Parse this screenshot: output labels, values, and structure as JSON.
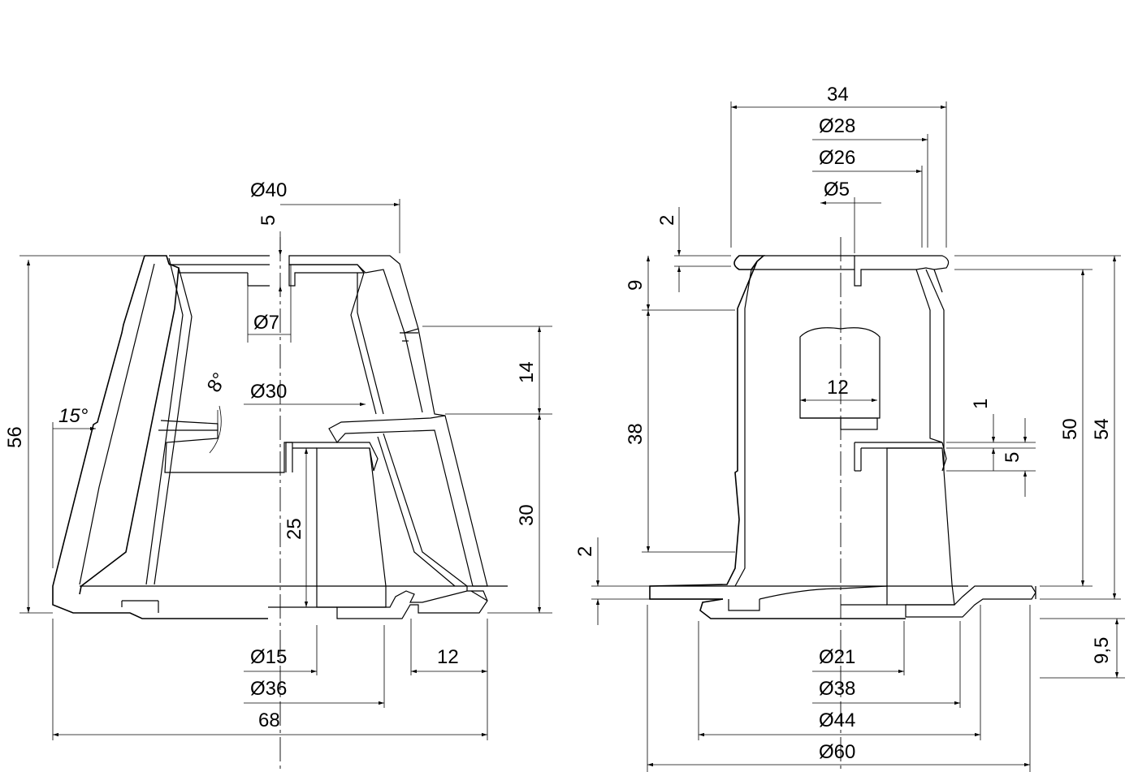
{
  "drawing": {
    "left_view": {
      "dimensions": {
        "d40": "Ø40",
        "d5": "5",
        "d7": "Ø7",
        "deg8": "8°",
        "d30": "Ø30",
        "d15deg": "15°",
        "d56": "56",
        "d14": "14",
        "d30b": "30",
        "d25": "25",
        "d15": "Ø15",
        "d36": "Ø36",
        "d12": "12",
        "d68": "68"
      }
    },
    "right_view": {
      "dimensions": {
        "d34": "34",
        "d28": "Ø28",
        "d26": "Ø26",
        "d5": "Ø5",
        "d2top": "2",
        "d9": "9",
        "d38": "38",
        "d12": "12",
        "d1": "1",
        "d5b": "5",
        "d50": "50",
        "d54": "54",
        "d2bot": "2",
        "d21": "Ø21",
        "d38d": "Ø38",
        "d44": "Ø44",
        "d60": "Ø60",
        "d95": "9,5"
      }
    }
  }
}
